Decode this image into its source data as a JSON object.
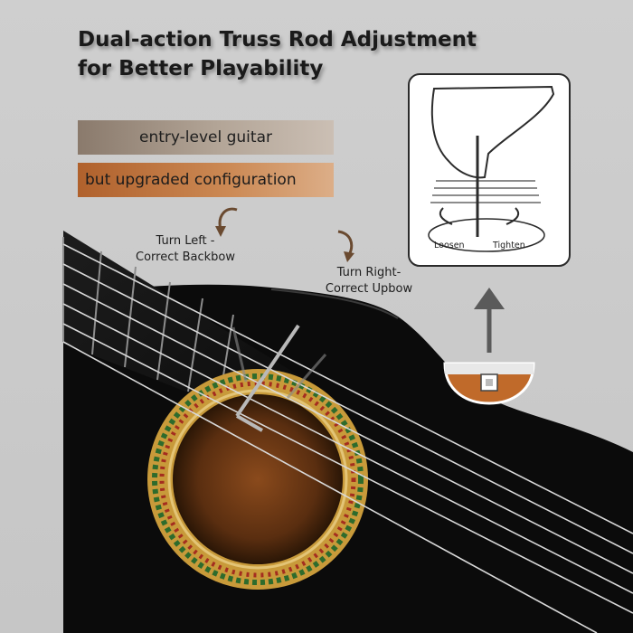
{
  "headline": {
    "line1": "Dual-action Truss Rod Adjustment",
    "line2": "for Better Playability"
  },
  "tags": {
    "entry": "entry-level guitar",
    "upgraded": "but upgraded configuration"
  },
  "directions": {
    "left_line1": "Turn Left -",
    "left_line2": "Correct Backbow",
    "right_line1": "Turn Right-",
    "right_line2": "Correct Upbow"
  },
  "inset": {
    "loosen": "Loosen",
    "tighten": "Tighten"
  },
  "colors": {
    "background": "#c9c9c9",
    "guitar_body": "#0b0b0b",
    "tag_brown": "#b0612c",
    "tag_taupe": "#8a7a6c",
    "rosette": "#c89a3a"
  },
  "icons": [
    "curved-arrow-left-icon",
    "curved-arrow-right-icon",
    "up-arrow-icon",
    "allen-key-icon",
    "hand-icon"
  ]
}
